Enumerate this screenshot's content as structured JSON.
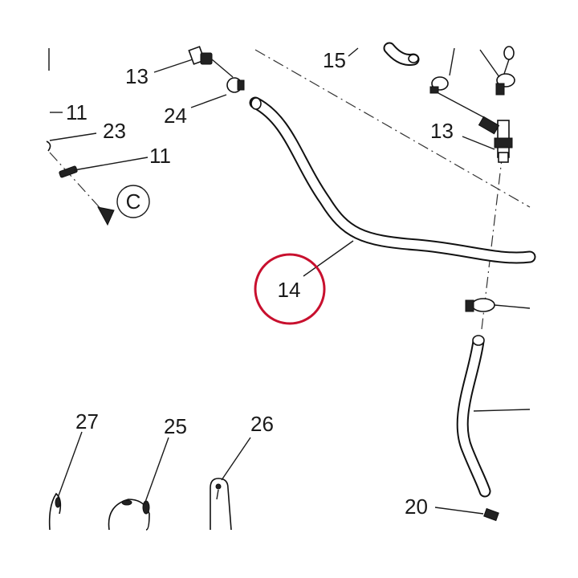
{
  "diagram": {
    "callouts": {
      "c13a": "13",
      "c24": "24",
      "c11a": "11",
      "c23": "23",
      "c11b": "11",
      "cC": "C",
      "c15": "15",
      "c13b": "13",
      "c14": "14",
      "c27": "27",
      "c25": "25",
      "c26": "26",
      "c20": "20"
    },
    "highlighted_part": "14",
    "colors": {
      "line": "#111111",
      "highlight": "#c8102e",
      "background": "#ffffff"
    }
  }
}
